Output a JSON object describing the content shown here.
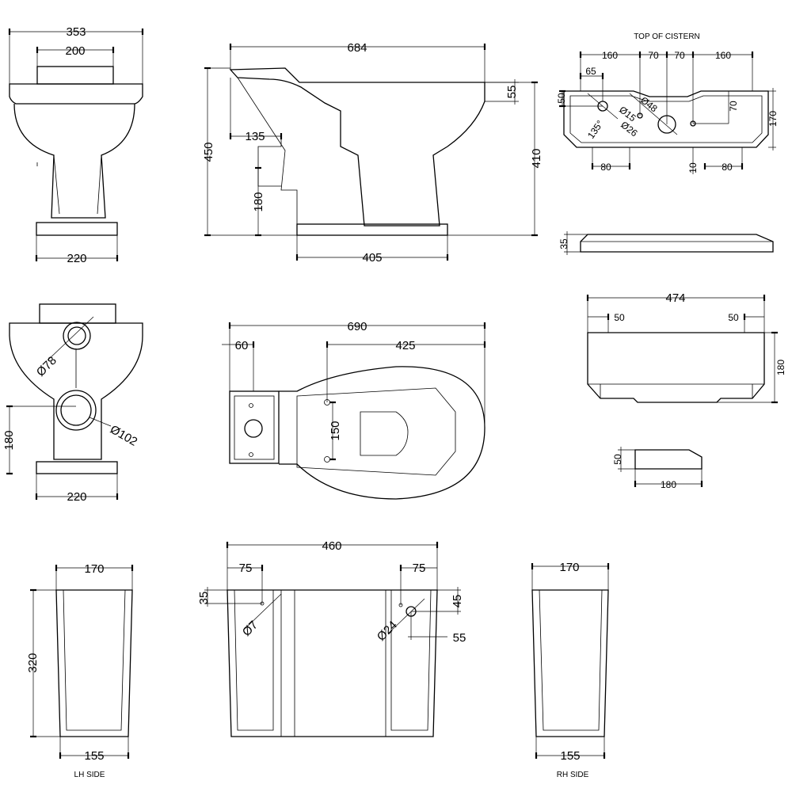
{
  "front_elevation": {
    "width_top": "353",
    "width_cistern": "200",
    "width_base": "220"
  },
  "side_elevation": {
    "depth": "684",
    "height": "450",
    "rim_height": "410",
    "cistern_ledge": "55",
    "outlet_offset": "135",
    "outlet_height": "180",
    "base_depth": "405"
  },
  "cistern_top": {
    "caption": "TOP OF CISTERN",
    "dim_160_left": "160",
    "dim_70_left": "70",
    "dim_70_right": "70",
    "dim_160_right": "160",
    "dim_65": "65",
    "dim_50": "50",
    "dim_d15": "Ø15",
    "dim_d48": "Ø48",
    "dim_d26": "Ø26",
    "dim_135": "135°",
    "dim_70_inner": "70",
    "dim_170": "170",
    "dim_80_left": "80",
    "dim_10": "10",
    "dim_80_right": "80"
  },
  "cistern_lid": {
    "height": "35"
  },
  "rear_elevation": {
    "d78": "Ø78",
    "d102": "Ø102",
    "outlet_height": "180",
    "width_base": "220"
  },
  "plan_view": {
    "depth": "690",
    "cistern_depth": "60",
    "bowl_depth": "425",
    "fixing_spacing": "150"
  },
  "cistern_front": {
    "width": "474",
    "offset_left": "50",
    "offset_right": "50",
    "height": "180"
  },
  "cistern_lid_side": {
    "height": "50",
    "depth": "180"
  },
  "lh_side": {
    "top": "170",
    "height": "320",
    "bottom": "155",
    "caption": "LH SIDE"
  },
  "cistern_back": {
    "width": "460",
    "offset_left": "75",
    "offset_right": "75",
    "dim_35": "35",
    "d7": "Ø7",
    "d24": "Ø24",
    "dim_45": "45",
    "dim_55": "55"
  },
  "rh_side": {
    "top": "170",
    "bottom": "155",
    "caption": "RH SIDE"
  }
}
